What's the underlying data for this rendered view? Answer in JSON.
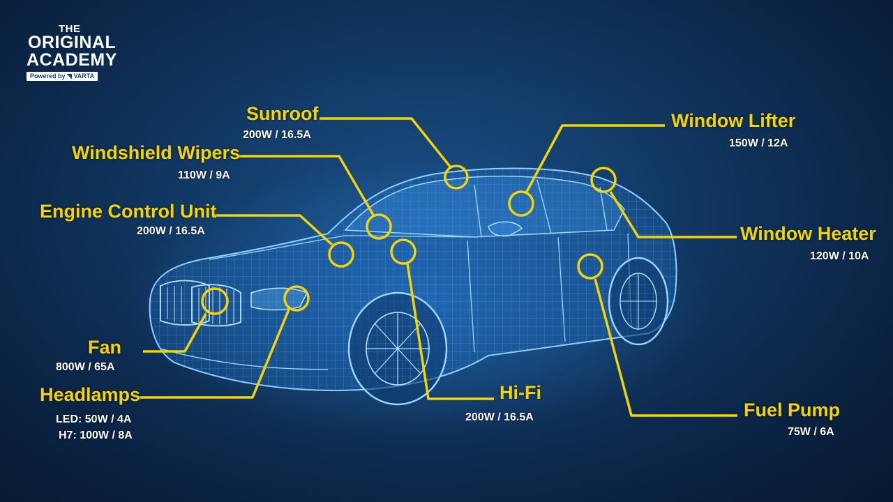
{
  "logo": {
    "line1": "THE",
    "line2": "ORIGINAL",
    "line3": "ACADEMY",
    "powered": "Powered by ◥ VARTA"
  },
  "components": {
    "sunroof": {
      "title": "Sunroof",
      "spec": "200W / 16.5A"
    },
    "windshield_wipers": {
      "title": "Windshield Wipers",
      "spec": "110W / 9A"
    },
    "engine_control_unit": {
      "title": "Engine Control Unit",
      "spec": "200W / 16.5A"
    },
    "fan": {
      "title": "Fan",
      "spec": "800W / 65A"
    },
    "headlamps": {
      "title": "Headlamps",
      "spec_led": "LED:  50W / 4A",
      "spec_h7": "H7: 100W / 8A"
    },
    "hifi": {
      "title": "Hi-Fi",
      "spec": "200W / 16.5A"
    },
    "window_lifter": {
      "title": "Window Lifter",
      "spec": "150W / 12A"
    },
    "window_heater": {
      "title": "Window Heater",
      "spec": "120W / 10A"
    },
    "fuel_pump": {
      "title": "Fuel Pump",
      "spec": "75W / 6A"
    }
  },
  "colors": {
    "accent": "#f5d400",
    "wireframe": "#4fa8ff",
    "background": "#123a66"
  }
}
